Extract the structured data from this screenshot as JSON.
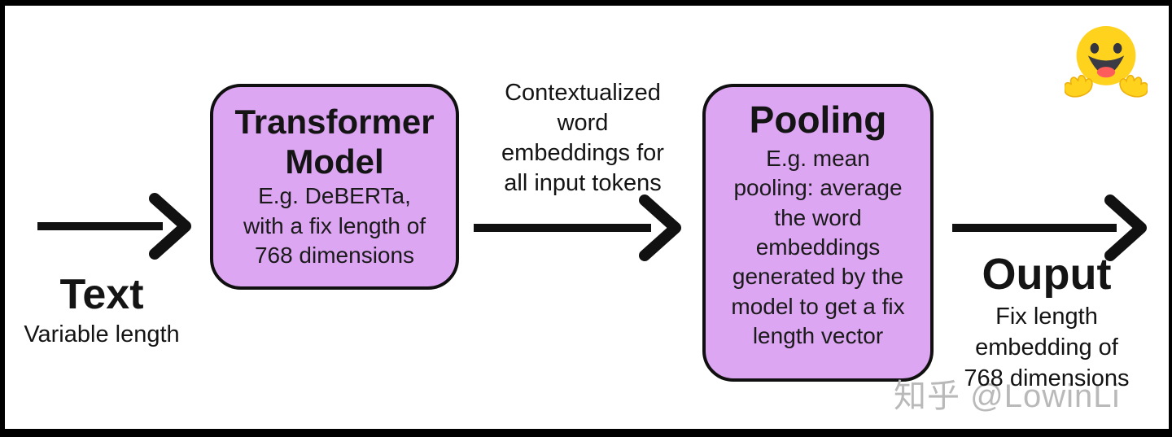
{
  "diagram": {
    "input_label": {
      "title": "Text",
      "subtitle": "Variable length"
    },
    "transformer_box": {
      "title_lines": [
        "Transformer",
        "Model"
      ],
      "body_lines": [
        "E.g. DeBERTa,",
        "with a fix length of",
        "768 dimensions"
      ]
    },
    "embeddings_label_lines": [
      "Contextualized",
      "word",
      "embeddings for",
      "all input tokens"
    ],
    "pooling_box": {
      "title": "Pooling",
      "body_lines": [
        "E.g. mean",
        "pooling: average",
        "the word",
        "embeddings",
        "generated by the",
        "model to get a fix",
        "length vector"
      ]
    },
    "output_label": {
      "title": "Ouput",
      "body_lines": [
        "Fix length",
        "embedding of",
        "768 dimensions"
      ]
    }
  },
  "icons": {
    "huggingface_emoji": "hugging-face-emoji",
    "flow_arrows": [
      "input-arrow",
      "embeddings-arrow",
      "output-arrow"
    ]
  },
  "watermark_text": "知乎 @LowinLi",
  "colors": {
    "box_fill": "#DDA6F2",
    "box_border": "#101010",
    "arrow": "#111111",
    "text": "#141414",
    "watermark": "#B9B9B9",
    "frame": "#000000",
    "canvas": "#FFFFFF",
    "emoji_yellow": "#FFD21E",
    "emoji_tongue": "#FF5C5C"
  }
}
